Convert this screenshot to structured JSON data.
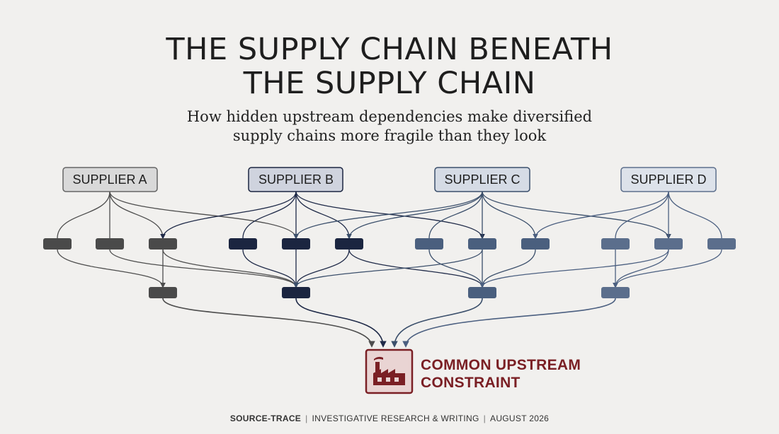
{
  "header": {
    "title_line1": "THE SUPPLY CHAIN BENEATH",
    "title_line2": "THE SUPPLY CHAIN",
    "subtitle_line1": "How hidden upstream dependencies make diversified",
    "subtitle_line2": "supply chains more fragile than they look"
  },
  "suppliers": [
    {
      "label": "SUPPLIER A",
      "fill": "#d9d9d9",
      "stroke": "#666666",
      "node": "#4a4a4a",
      "line": "#4d4d4d"
    },
    {
      "label": "SUPPLIER B",
      "fill": "#cfd3de",
      "stroke": "#1b2540",
      "node": "#1b2540",
      "line": "#1f2a48"
    },
    {
      "label": "SUPPLIER C",
      "fill": "#d5dbe5",
      "stroke": "#3b4f6b",
      "node": "#4a5f7e",
      "line": "#3b4f6b"
    },
    {
      "label": "SUPPLIER D",
      "fill": "#dde2ea",
      "stroke": "#5d6f8c",
      "node": "#5b6e8c",
      "line": "#4b5f80"
    }
  ],
  "constraint": {
    "line1": "COMMON UPSTREAM",
    "line2": "CONSTRAINT",
    "icon": "factory-icon",
    "color": "#7a1f24",
    "fill": "#e9d4d3"
  },
  "footer": {
    "org": "SOURCE-TRACE",
    "desc": "INVESTIGATIVE RESEARCH & WRITING",
    "date": "AUGUST 2026",
    "separator": "|"
  }
}
